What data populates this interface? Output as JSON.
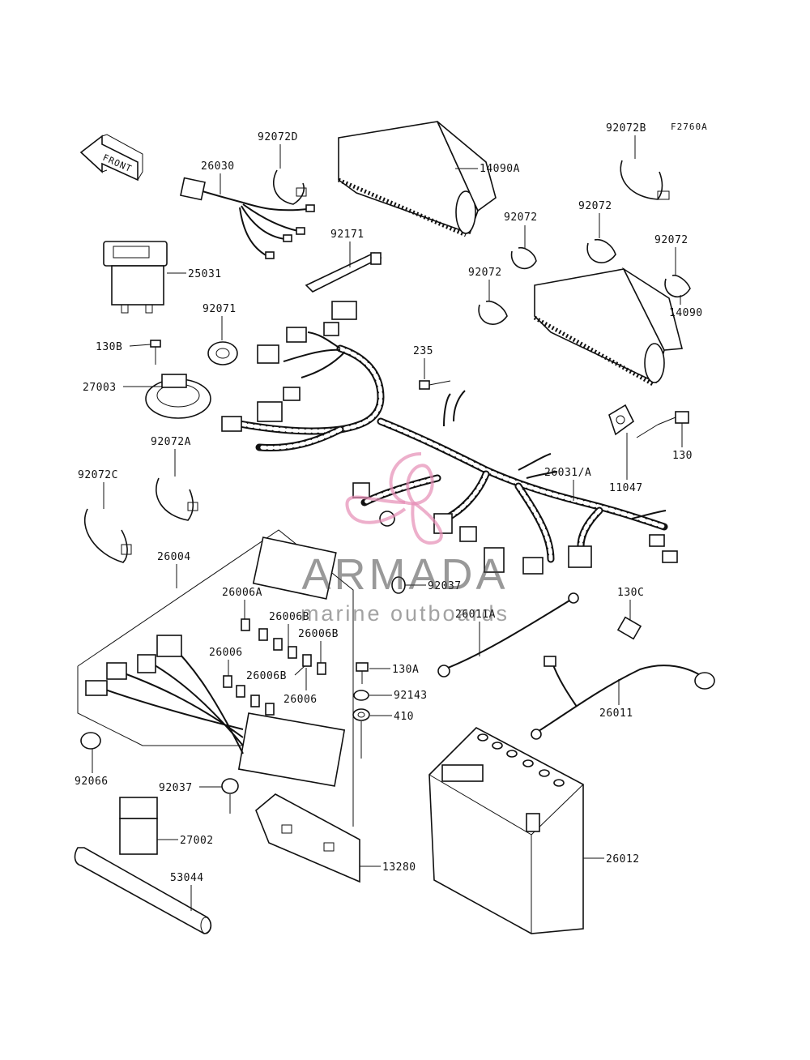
{
  "figure_code": "F2760A",
  "front_arrow": {
    "label": "FRONT"
  },
  "parts": [
    {
      "number": "92072D"
    },
    {
      "number": "26030"
    },
    {
      "number": "14090A"
    },
    {
      "number": "92072B"
    },
    {
      "number": "92072"
    },
    {
      "number": "92072"
    },
    {
      "number": "92072"
    },
    {
      "number": "92072"
    },
    {
      "number": "92171"
    },
    {
      "number": "25031"
    },
    {
      "number": "14090"
    },
    {
      "number": "92071"
    },
    {
      "number": "130B"
    },
    {
      "number": "235"
    },
    {
      "number": "27003"
    },
    {
      "number": "92072A"
    },
    {
      "number": "11047"
    },
    {
      "number": "130"
    },
    {
      "number": "26031/A"
    },
    {
      "number": "92072C"
    },
    {
      "number": "26004"
    },
    {
      "number": "92037"
    },
    {
      "number": "26006A"
    },
    {
      "number": "26006B"
    },
    {
      "number": "26006B"
    },
    {
      "number": "130C"
    },
    {
      "number": "26011A"
    },
    {
      "number": "26006"
    },
    {
      "number": "26006B"
    },
    {
      "number": "130A"
    },
    {
      "number": "92143"
    },
    {
      "number": "26006"
    },
    {
      "number": "410"
    },
    {
      "number": "26011"
    },
    {
      "number": "92066"
    },
    {
      "number": "92037"
    },
    {
      "number": "27002"
    },
    {
      "number": "26012"
    },
    {
      "number": "13280"
    },
    {
      "number": "53044"
    }
  ],
  "watermark": {
    "brand": "ARMADA",
    "tagline": "marine outboards"
  },
  "colors": {
    "ink": "#111111",
    "paper": "#ffffff",
    "logo_accent": "#e58db5",
    "watermark_gray": "#6e6e6e"
  }
}
